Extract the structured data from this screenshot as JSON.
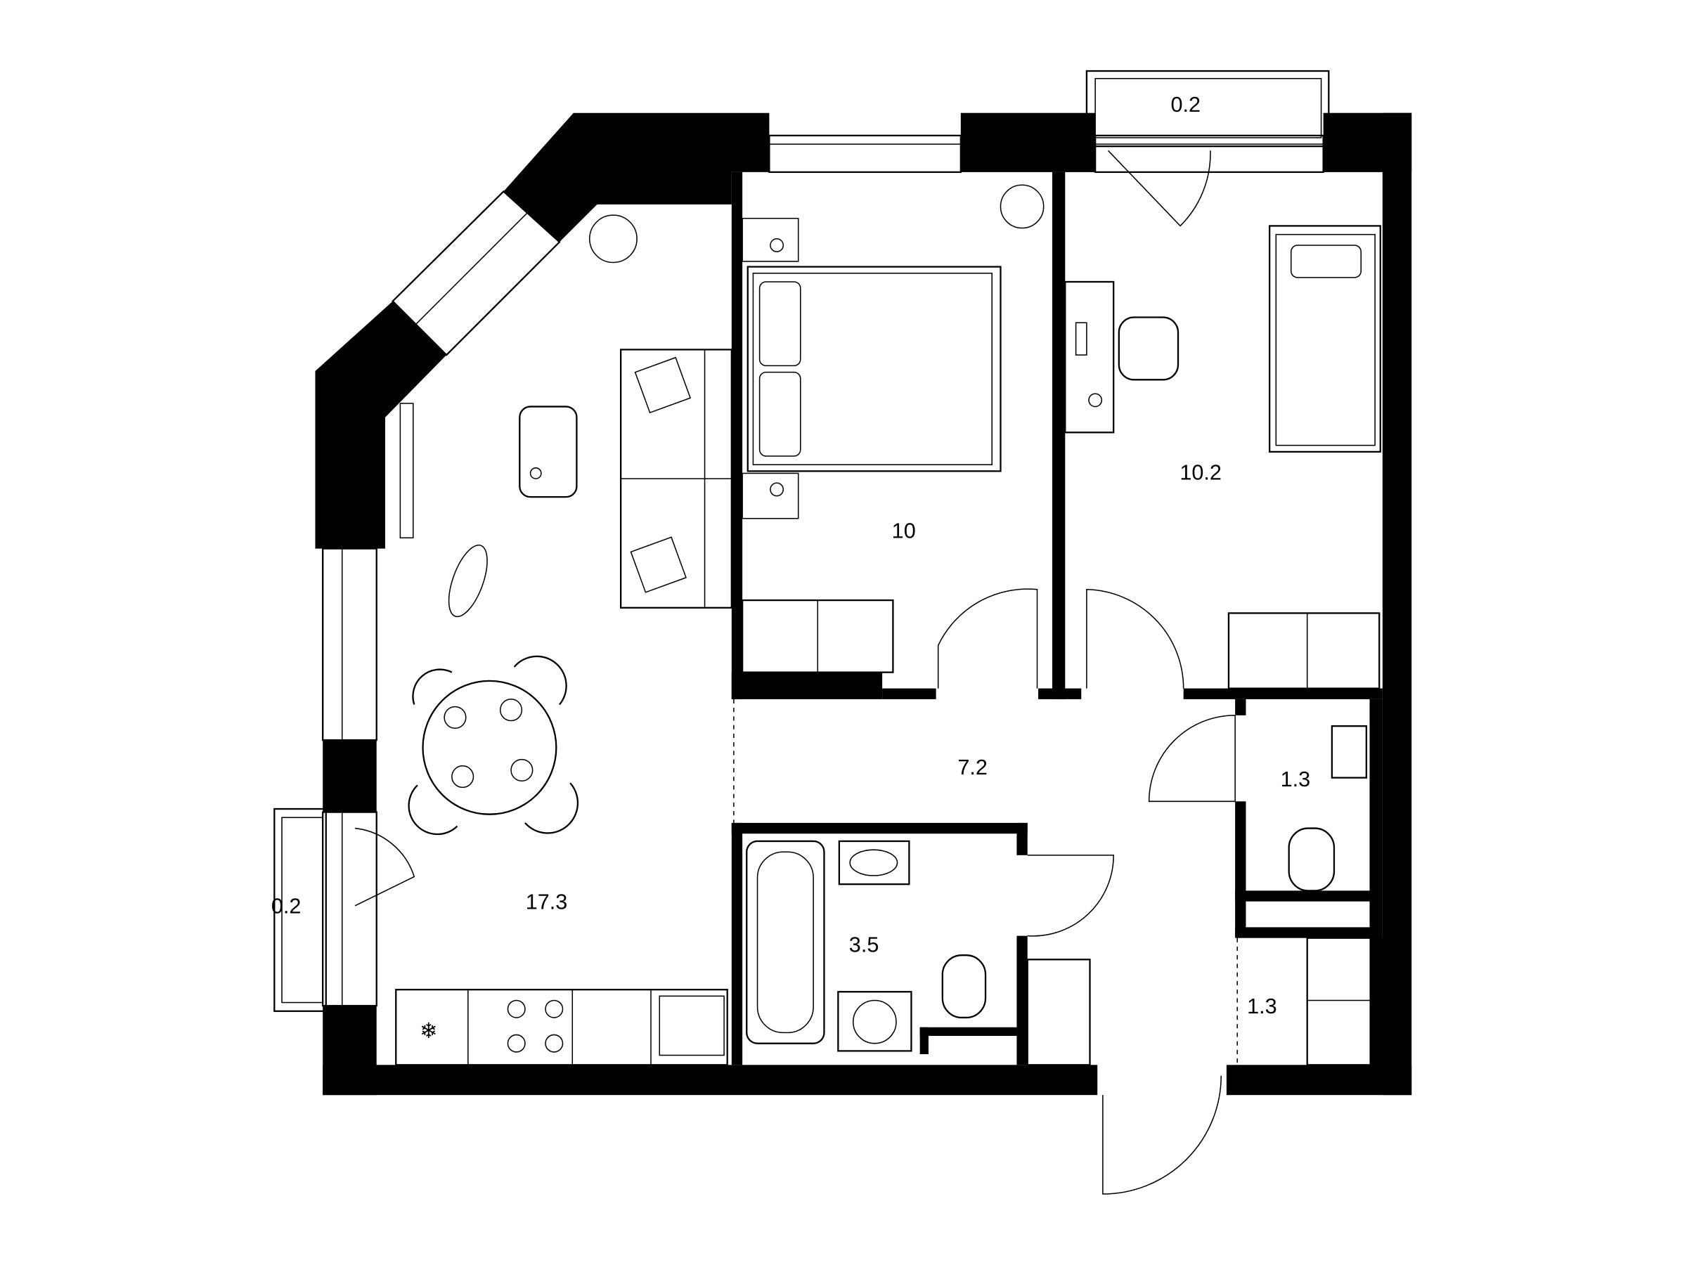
{
  "plan": {
    "rooms": [
      {
        "id": "living-kitchen",
        "area": "17.3"
      },
      {
        "id": "bedroom",
        "area": "10"
      },
      {
        "id": "kids-room",
        "area": "10.2"
      },
      {
        "id": "hallway",
        "area": "7.2"
      },
      {
        "id": "bathroom",
        "area": "3.5"
      },
      {
        "id": "toilet",
        "area": "1.3"
      },
      {
        "id": "storage",
        "area": "1.3"
      },
      {
        "id": "balcony-top",
        "area": "0.2"
      },
      {
        "id": "balcony-left",
        "area": "0.2"
      }
    ],
    "colors": {
      "wall": "#000000",
      "background": "#ffffff"
    }
  }
}
